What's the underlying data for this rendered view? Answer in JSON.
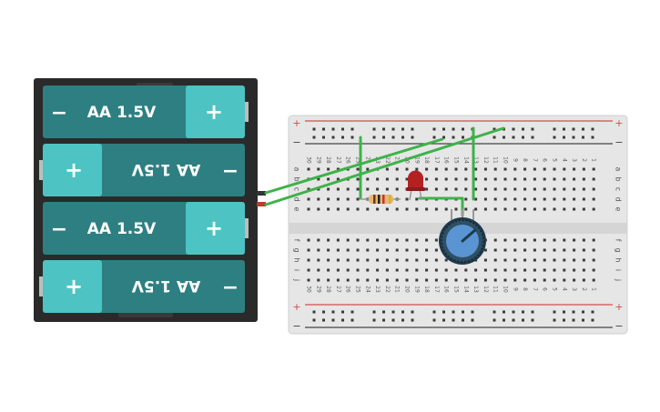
{
  "battery": {
    "cells": [
      {
        "label": "AA 1.5V",
        "flipped": false,
        "minus": "−",
        "plus": "+"
      },
      {
        "label": "AA 1.5V",
        "flipped": true,
        "minus": "−",
        "plus": "+"
      },
      {
        "label": "AA 1.5V",
        "flipped": false,
        "minus": "−",
        "plus": "+"
      },
      {
        "label": "AA 1.5V",
        "flipped": true,
        "minus": "−",
        "plus": "+"
      }
    ],
    "colors": {
      "case": "#2a2a2a",
      "body": "#2e7f82",
      "cap": "#4ec3c3"
    }
  },
  "breadboard": {
    "rail_plus": "+",
    "rail_minus": "−",
    "row_letters_top": [
      "a",
      "b",
      "c",
      "d",
      "e"
    ],
    "row_letters_bottom": [
      "f",
      "g",
      "h",
      "i",
      "j"
    ],
    "column_numbers": [
      "30",
      "29",
      "28",
      "27",
      "26",
      "25",
      "24",
      "23",
      "22",
      "21",
      "20",
      "19",
      "18",
      "17",
      "16",
      "15",
      "14",
      "13",
      "12",
      "11",
      "10",
      "9",
      "8",
      "7",
      "6",
      "5",
      "4",
      "3",
      "2",
      "1"
    ],
    "colors": {
      "board": "#e3e3e3",
      "hole": "#3a3a3a",
      "rail_red": "#d24c4c",
      "rail_dark": "#444444"
    }
  },
  "components": {
    "led_color": "#b22222",
    "resistor_color": "#e7b873",
    "pot_color": "#5a94d2",
    "wire_color": "#3eb249"
  }
}
